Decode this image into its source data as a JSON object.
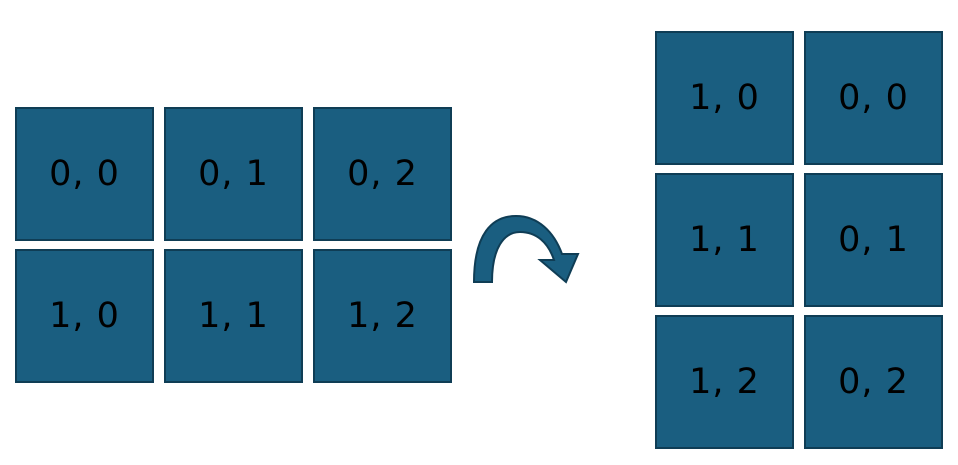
{
  "left_grid": {
    "rows": [
      [
        "0, 0",
        "0, 1",
        "0, 2"
      ],
      [
        "1, 0",
        "1, 1",
        "1, 2"
      ]
    ]
  },
  "right_grid": {
    "rows": [
      [
        "1, 0",
        "0, 0"
      ],
      [
        "1, 1",
        "0, 1"
      ],
      [
        "1, 2",
        "0, 2"
      ]
    ]
  },
  "colors": {
    "cell_fill": "#1a5e80",
    "cell_border": "#0f3d55",
    "text": "#000000"
  },
  "icons": {
    "transform_arrow": "curved-rotate-arrow-icon"
  }
}
